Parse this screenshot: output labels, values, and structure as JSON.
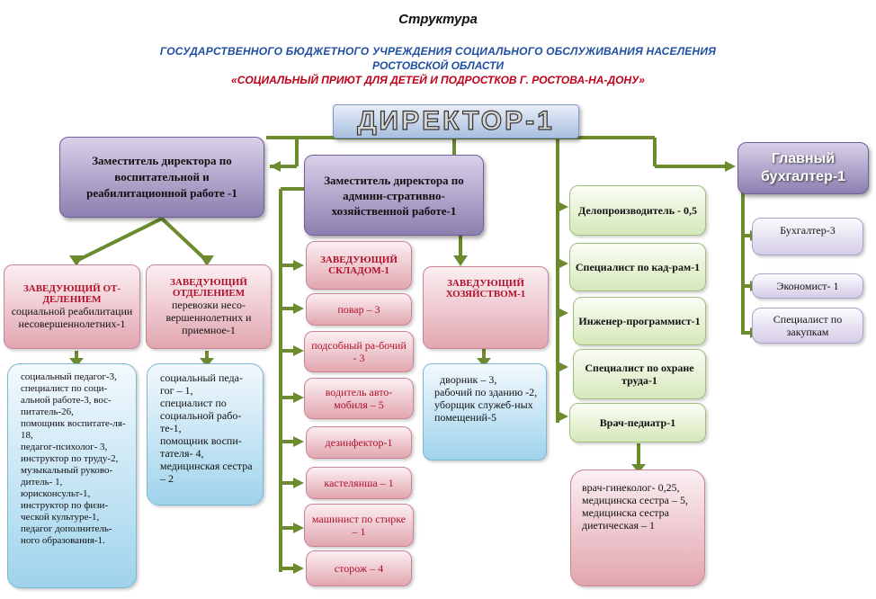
{
  "title": "Структура",
  "org": {
    "line1": "ГОСУДАРСТВЕННОГО  БЮДЖЕТНОГО  УЧРЕЖДЕНИЯ  СОЦИАЛЬНОГО  ОБСЛУЖИВАНИЯ  НАСЕЛЕНИЯ",
    "line2": "РОСТОВСКОЙ   ОБЛАСТИ",
    "line3": "«СОЦИАЛЬНЫЙ  ПРИЮТ ДЛЯ ДЕТЕЙ И ПОДРОСТКОВ   Г. РОСТОВА-НА-ДОНУ»"
  },
  "director": "ДИРЕКТОР-1",
  "deputy_edu": "Заместитель директора по воспитательной и реабилитационной  работе -1",
  "deputy_admin": "Заместитель директора по админи-стративно-хозяйственной работе-1",
  "chief_accountant": "Главный бухгалтер-1",
  "dept_rehab": {
    "head": "ЗАВЕДУЮЩИЙ  ОТ-ДЕЛЕНИЕМ",
    "sub": "социальной реабилитации несовершеннолетних-1"
  },
  "dept_transport": {
    "head": "ЗАВЕДУЮЩИЙ ОТДЕЛЕНИЕМ",
    "sub": "перевозки несо-вершеннолетних и приемное-1"
  },
  "staff_rehab": [
    "социальный педагог-3,",
    "специалист  по соци-альной работе-3, вос-питатель-26,",
    "помощник воспитате-ля- 18,",
    " педагог-психолог-  3,",
    "инструктор по труду-2,",
    "музыкальный руково-дитель- 1,",
    "юрисконсульт-1,",
    "инструктор по физи-ческой культуре-1,",
    "педагог  дополнитель-ного образования-1."
  ],
  "staff_transport": [
    "социальный педа-гог – 1,",
    "специалист по социальной рабо-те-1,",
    "помощник воспи-тателя- 4,",
    "медицинская сестра – 2"
  ],
  "warehouse_head": "ЗАВЕДУЮЩИЙ СКЛАДОМ-1",
  "warehouse_staff": [
    "повар – 3",
    "подсобный  ра-бочий - 3",
    "водитель авто-мобиля – 5",
    "дезинфектор-1",
    "кастелянша – 1",
    "машинист по стирке – 1",
    "сторож – 4"
  ],
  "household_head": "ЗАВЕДУЮЩИЙ ХОЗЯЙСТВОМ-1",
  "household_staff": [
    "дворник – 3,",
    "рабочий по зданию -2,",
    "уборщик  служеб-ных помещений-5"
  ],
  "direct_reports": [
    "Делопроизводитель - 0,5",
    "Специалист по кад-рам-1",
    "Инженер-программист-1",
    "Специалист по охране  труда-1",
    "Врач-педиатр-1"
  ],
  "medical_staff": [
    "врач-гинеколог- 0,25,",
    "медицинска сестра – 5,",
    "медицинска сестра диетическая – 1"
  ],
  "accounting_staff": [
    "Бухгалтер-3",
    "Экономист- 1",
    "Специалист по закупкам"
  ],
  "colors": {
    "connector": "#6b8b2e",
    "title_blue": "#1f4fa3",
    "title_red": "#c0001a"
  }
}
